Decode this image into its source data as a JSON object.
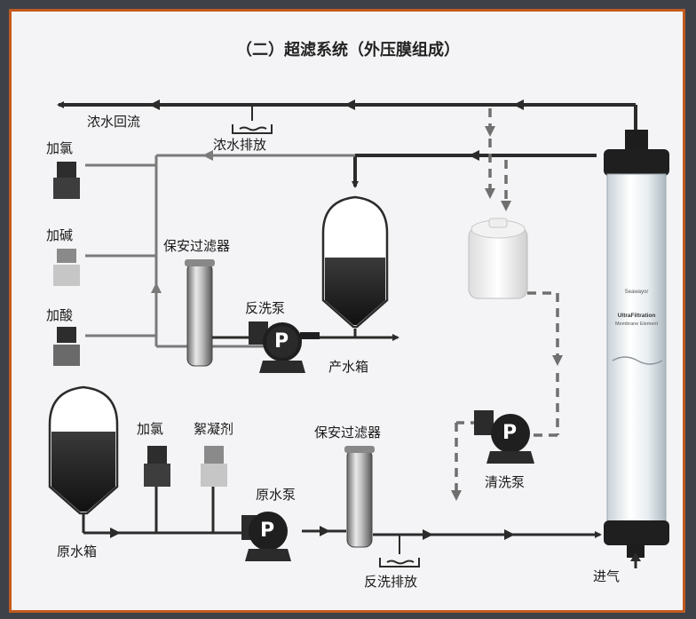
{
  "title": "（二）超滤系统（外压膜组成）",
  "labels": {
    "concentrate_return": "浓水回流",
    "concentrate_discharge": "浓水排放",
    "add_chlorine_top": "加氯",
    "add_alkali": "加碱",
    "add_acid": "加酸",
    "security_filter_top": "保安过滤器",
    "backwash_pump": "反洗泵",
    "product_tank": "产水箱",
    "raw_tank": "原水箱",
    "add_chlorine_bottom": "加氯",
    "flocculant": "絮凝剂",
    "raw_pump": "原水泵",
    "security_filter_bottom": "保安过滤器",
    "backwash_discharge": "反洗排放",
    "cleaning_pump": "清洗泵",
    "air_inlet": "进气",
    "pump_letter": "P"
  },
  "membrane_text": {
    "brand": "Seawayor",
    "model": "UltraFiltration",
    "subtitle": "Membrane Element"
  }
}
